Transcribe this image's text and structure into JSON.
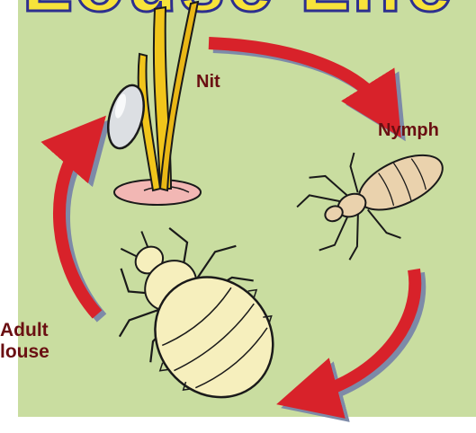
{
  "title": "Louse Life",
  "stages": {
    "nit": "Nit",
    "nymph": "Nymph",
    "adult_line1": "Adult",
    "adult_line2": "louse"
  },
  "colors": {
    "background": "#c9dda0",
    "arrow": "#d8222a",
    "arrow_shadow": "#7d8aa8",
    "title_fill": "#f7e33a",
    "title_outline": "#2d2f8f",
    "label": "#6a0f12"
  },
  "icons": [
    "hair-strand-icon",
    "nit-egg-icon",
    "nymph-louse-icon",
    "adult-louse-icon",
    "cycle-arrow-icon"
  ]
}
